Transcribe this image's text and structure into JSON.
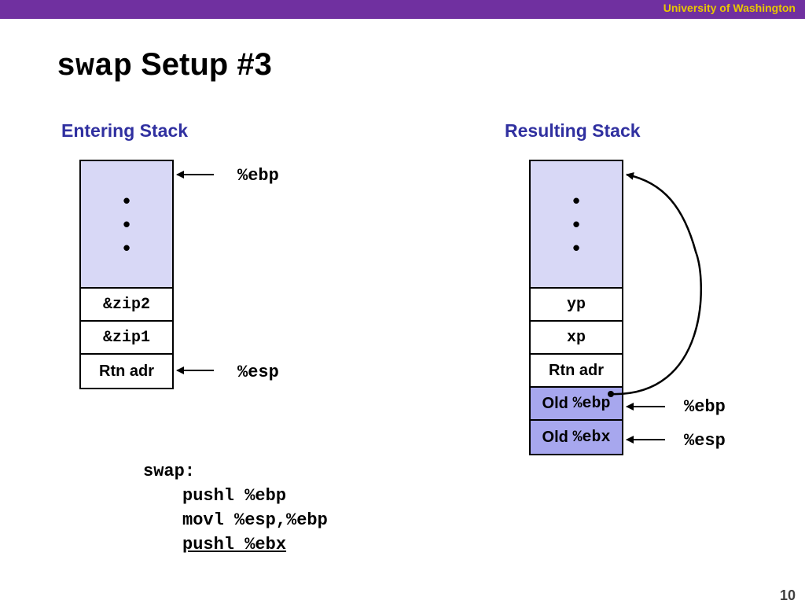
{
  "header": {
    "university": "University of Washington"
  },
  "title": {
    "code": "swap",
    "text": " Setup #3"
  },
  "left": {
    "heading": "Entering Stack",
    "cells": [
      "&zip2",
      "&zip1",
      "Rtn adr"
    ],
    "ebp_label": "%ebp",
    "esp_label": "%esp"
  },
  "right": {
    "heading": "Resulting Stack",
    "cells": [
      "yp",
      "xp",
      "Rtn adr"
    ],
    "old_ebp_prefix": "Old ",
    "old_ebp_reg": "%ebp",
    "old_ebx_prefix": "Old ",
    "old_ebx_reg": "%ebx",
    "ebp_label": "%ebp",
    "esp_label": "%esp"
  },
  "code": {
    "label": "swap:",
    "lines": [
      "pushl %ebp",
      "movl %esp,%ebp",
      "pushl %ebx"
    ]
  },
  "page_number": "10",
  "colors": {
    "bar": "#7030a0",
    "university": "#e8c800",
    "heading": "#3030a0",
    "stack_light": "#d8d8f6",
    "stack_pushed": "#a7a7ee"
  }
}
